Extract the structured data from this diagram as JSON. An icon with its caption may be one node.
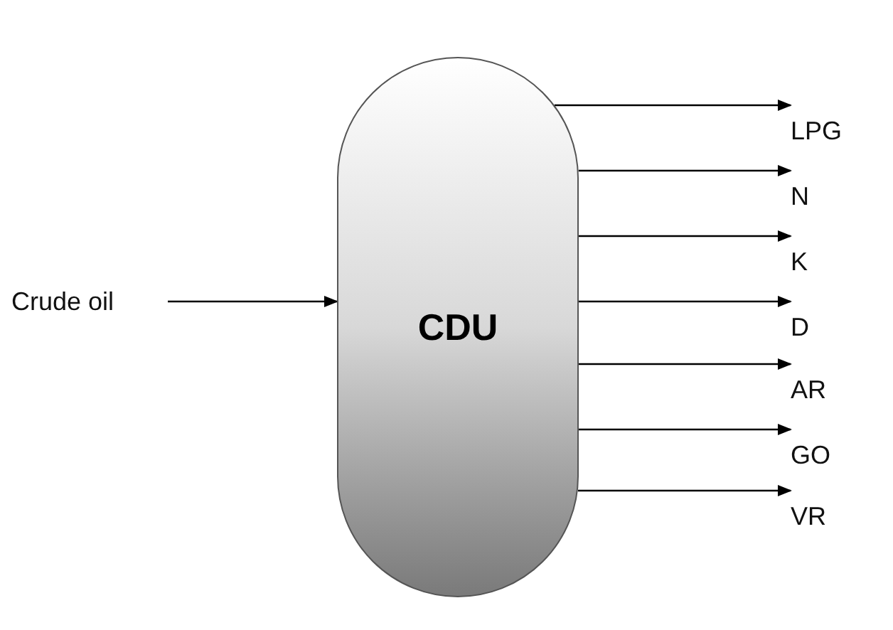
{
  "diagram": {
    "nodes": [
      {
        "text": [
          "Crude oil"
        ]
      },
      {
        "text": [
          "CDU"
        ]
      },
      {
        "text": [
          "LPG"
        ]
      },
      {
        "text": [
          "N"
        ]
      },
      {
        "text": [
          "K"
        ]
      },
      {
        "text": [
          "D"
        ]
      },
      {
        "text": [
          "AR"
        ]
      },
      {
        "text": [
          "GO"
        ]
      },
      {
        "text": [
          "VR"
        ]
      }
    ],
    "edges": [
      {
        "from": 0,
        "to": 1,
        "arrow": "to"
      },
      {
        "from": 1,
        "to": 2,
        "arrow": "to"
      },
      {
        "from": 1,
        "to": 3,
        "arrow": "to"
      },
      {
        "from": 1,
        "to": 4,
        "arrow": "to"
      },
      {
        "from": 1,
        "to": 5,
        "arrow": "to"
      },
      {
        "from": 1,
        "to": 6,
        "arrow": "to"
      },
      {
        "from": 1,
        "to": 7,
        "arrow": "to"
      },
      {
        "from": 1,
        "to": 8,
        "arrow": "to"
      }
    ]
  }
}
